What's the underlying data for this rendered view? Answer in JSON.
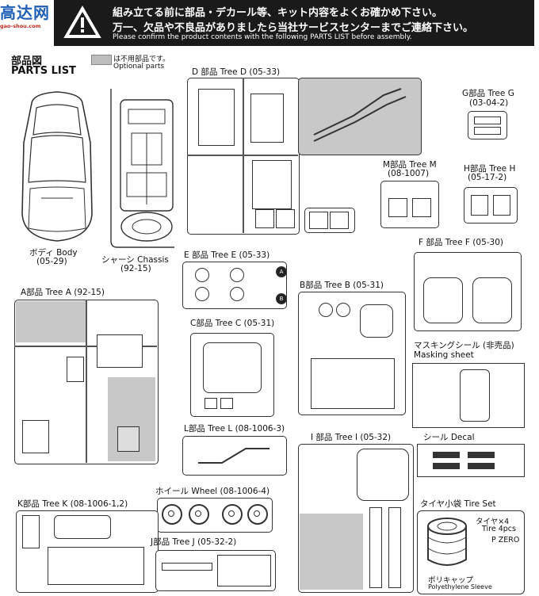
{
  "logo": {
    "zh": "高达网",
    "url": "gao-shou.com"
  },
  "banner": {
    "line1": "組み立てる前に部品・デカール等、キット内容をよくお確かめ下さい。",
    "line2": "万一、欠品や不良品がありましたら当社サービスセンターまでご連絡下さい。",
    "line3": "Please confirm the product contents with the following PARTS LIST before assembly."
  },
  "header": {
    "title_jp": "部品図",
    "title_en": "PARTS LIST",
    "optional_jp": "は不用部品です。",
    "optional_en": "Optional parts"
  },
  "labels": {
    "body": "ボディ Body",
    "body_code": "(05-29)",
    "chassis": "シャーシ Chassis",
    "chassis_code": "(92-15)",
    "tree_d": "D 部品 Tree D (05-33)",
    "tree_g": "G部品 Tree G",
    "tree_g_code": "(03-04-2)",
    "tree_m": "M部品 Tree M",
    "tree_m_code": "(08-1007)",
    "tree_h": "H部品 Tree H",
    "tree_h_code": "(05-17-2)",
    "tree_e": "E 部品 Tree E (05-33)",
    "tree_a": "A部品 Tree A (92-15)",
    "tree_b": "B部品 Tree B (05-31)",
    "tree_f": "F 部品 Tree F (05-30)",
    "tree_c": "C部品 Tree C (05-31)",
    "masking": "マスキングシール (非売品)",
    "masking_en": "Masking sheet",
    "tree_l": "L部品 Tree L (08-1006-3)",
    "tree_i": "I 部品 Tree I (05-32)",
    "decal": "シール Decal",
    "wheel": "ホイール Wheel (08-1006-4)",
    "tree_k": "K部品 Tree K (08-1006-1,2)",
    "tire_set": "タイヤ小袋 Tire Set",
    "tire_jp": "タイヤ×4",
    "tire_en": "Tire 4pcs",
    "tire_brand": "P ZERO",
    "sleeve_jp": "ポリキャップ",
    "sleeve_en": "Polyethylene Sleeve",
    "tree_j": "J部品 Tree J (05-32-2)"
  },
  "callouts": [
    "A",
    "B"
  ]
}
